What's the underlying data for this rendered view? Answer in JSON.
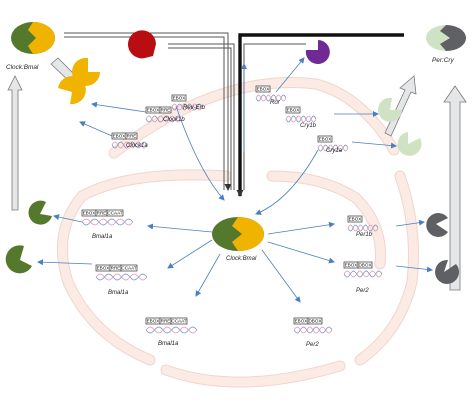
{
  "colors": {
    "green": "#55792c",
    "yellow": "#f0b400",
    "red": "#b80e12",
    "purple": "#6f2a94",
    "light_green": "#cfe3c4",
    "grey": "#5f6063",
    "light_grey": "#e4e6e8",
    "arc_fill": "#fbebe4",
    "arc_stroke": "#efd6cb",
    "arrow_blue": "#4a7fc1",
    "dna_blue": "#6c89c4",
    "dna_pink": "#dd8fb0"
  },
  "complexes": {
    "top_left": "Clock:Bmal",
    "top_right": "Per:Cry",
    "center": "Clock:Bmal"
  },
  "genes": [
    {
      "id": "rev-erb",
      "label": "Rev-Erb",
      "elements": [
        "EBOX"
      ]
    },
    {
      "id": "clock1b",
      "label": "Clock1b",
      "elements": [
        "EBOX",
        "RRE"
      ]
    },
    {
      "id": "clock1a",
      "label": "Clock1a",
      "elements": [
        "EBOX",
        "RRE"
      ]
    },
    {
      "id": "ror",
      "label": "Ror",
      "elements": [
        "EBOX"
      ]
    },
    {
      "id": "cry1b",
      "label": "Cry1b",
      "elements": [
        "EBOX"
      ]
    },
    {
      "id": "cry1a",
      "label": "Cry1a",
      "elements": [
        "EBOX"
      ]
    },
    {
      "id": "bmal1a-left",
      "label": "Bmal1a",
      "elements": [
        "EBOX",
        "RRE",
        "CCAAT"
      ]
    },
    {
      "id": "bmal1a-mid",
      "label": "Bmal1a",
      "elements": [
        "EBOX",
        "RRE",
        "CCAAT"
      ]
    },
    {
      "id": "bmal1a-bottom",
      "label": "Bmal1a",
      "elements": [
        "EBOX",
        "RRE",
        "CCAAT"
      ]
    },
    {
      "id": "per1b",
      "label": "Per1b",
      "elements": [
        "EBOX"
      ]
    },
    {
      "id": "per2-right",
      "label": "Per2",
      "elements": [
        "EBOX",
        "DBOX"
      ]
    },
    {
      "id": "per2-bottom",
      "label": "Per2",
      "elements": [
        "EBOX",
        "DBOX"
      ]
    }
  ]
}
